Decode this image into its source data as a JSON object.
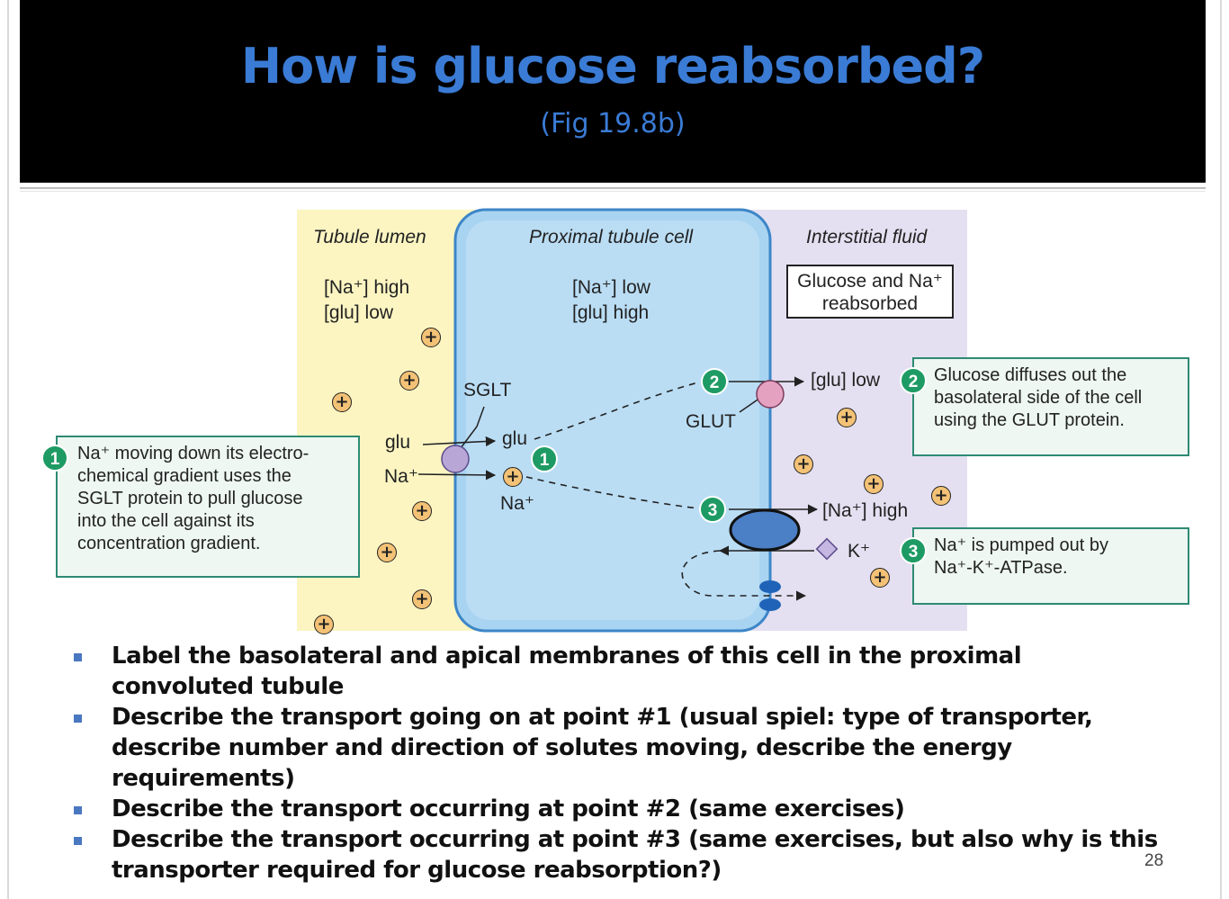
{
  "slide": {
    "title": "How is glucose reabsorbed?",
    "subtitle": "(Fig 19.8b)",
    "page_number": "28"
  },
  "diagram": {
    "regions": {
      "lumen": "Tubule lumen",
      "cell": "Proximal tubule cell",
      "interstitial": "Interstitial fluid"
    },
    "lumen_conc": {
      "na": "[Na⁺] high",
      "glu": "[glu] low"
    },
    "cell_conc": {
      "na": "[Na⁺] low",
      "glu": "[glu] high"
    },
    "reabsorbed_box": {
      "line1": "Glucose and Na⁺",
      "line2": "reabsorbed"
    },
    "transporters": {
      "sglt": "SGLT",
      "glut": "GLUT"
    },
    "molecules": {
      "glu_lumen": "glu",
      "na_lumen": "Na⁺",
      "glu_cell": "glu",
      "na_cell": "Na⁺",
      "glu_interstitial": "[glu] low",
      "na_interstitial": "[Na⁺] high",
      "k_interstitial": "K⁺"
    },
    "numbers": [
      "1",
      "2",
      "3"
    ],
    "plus_sign": "+",
    "callouts": {
      "one": {
        "num": "1",
        "lines": [
          "Na⁺ moving down its electro-",
          "chemical gradient uses the",
          "SGLT protein to pull glucose",
          "into the cell against its",
          "concentration gradient."
        ]
      },
      "two": {
        "num": "2",
        "lines": [
          "Glucose diffuses out the",
          "basolateral side of the cell",
          "using the GLUT protein."
        ]
      },
      "three": {
        "num": "3",
        "lines": [
          "Na⁺ is pumped out by",
          "Na⁺-K⁺-ATPase."
        ]
      }
    },
    "colors": {
      "lumen": "#fcf5c2",
      "cell": "#a9d4f1",
      "interstitial": "#e4e0f1",
      "callout_border": "#2e8a73",
      "number_badge": "#1e9b64",
      "ion": "#f3c276",
      "sglt": "#b8a6d6",
      "glut": "#e4a2c0",
      "pump": "#4b7fc6"
    }
  },
  "questions": [
    "Label the basolateral and apical membranes of this cell in the proximal convoluted tubule",
    "Describe the transport going on at point #1 (usual spiel: type of transporter, describe number and direction of solutes moving, describe the energy requirements)",
    "Describe the transport occurring at point #2 (same exercises)",
    "Describe the transport occurring at point #3 (same exercises, but also why is this transporter required for glucose reabsorption?)"
  ]
}
